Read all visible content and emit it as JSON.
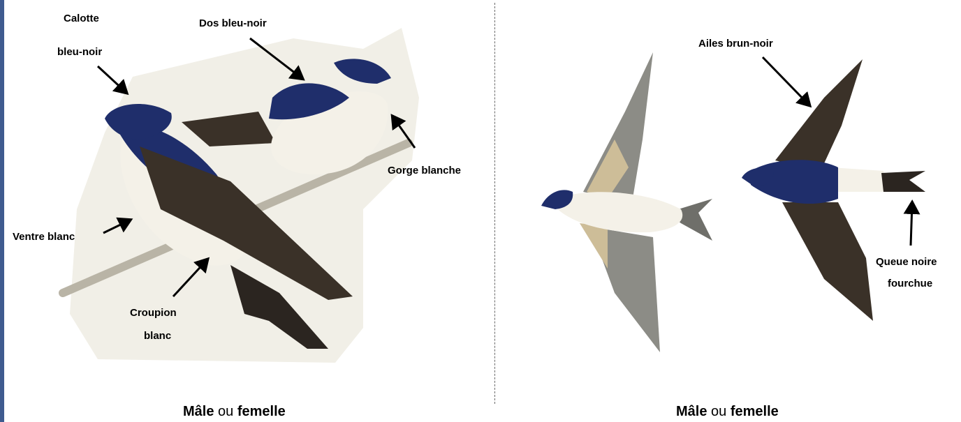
{
  "left_panel": {
    "labels": {
      "calotte_line1": "Calotte",
      "calotte_line2": "bleu-noir",
      "dos": "Dos bleu-noir",
      "gorge": "Gorge blanche",
      "ventre": "Ventre blanc",
      "croupion_line1": "Croupion",
      "croupion_line2": "blanc"
    },
    "caption": {
      "part1": "Mâle",
      "part2": " ou ",
      "part3": "femelle"
    }
  },
  "right_panel": {
    "labels": {
      "ailes": "Ailes brun-noir",
      "queue_line1": "Queue noire",
      "queue_line2": "fourchue"
    },
    "caption": {
      "part1": "Mâle",
      "part2": " ou ",
      "part3": "femelle"
    }
  },
  "colors": {
    "frame_accent": "#3f5b8f",
    "bird_blue": "#1f2e6b",
    "wing_dark": "#3a3128",
    "underside_grey": "#8c8c86",
    "belly_white": "#f4f1e8"
  }
}
